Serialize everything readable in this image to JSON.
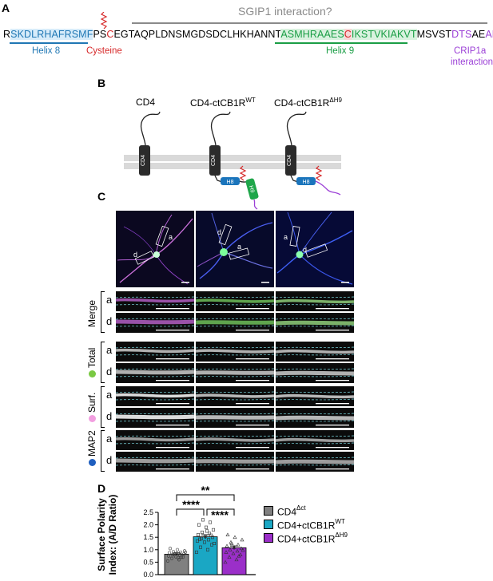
{
  "panels": {
    "a": "A",
    "b": "B",
    "c": "C",
    "d": "D"
  },
  "panel_a": {
    "sgip_label": "SGIP1 interaction?",
    "sequence": {
      "s1": "R",
      "helix8_seq": "SKDLRHAFRSMF",
      "s2": "PS",
      "cys1": "C",
      "s3": "EGTAQPLDNSMGDSDCLHKHANNT",
      "helix9_a": "ASMHRAAES",
      "cys2": "C",
      "helix9_b": "IKSTVKIAKVT",
      "s4": "MSVST",
      "crip_a": "DTS",
      "s5": "AE",
      "crip_b": "AL"
    },
    "helix8_label": "Helix 8",
    "cysteine_label": "Cysteine",
    "helix9_label": "Helix 9",
    "crip_label_1": "CRIP1a",
    "crip_label_2": "interaction"
  },
  "panel_b": {
    "col1": "CD4",
    "col2_main": "CD4-ctCB1R",
    "col2_sup": "WT",
    "col3_main": "CD4-ctCB1R",
    "col3_sup": "ΔH9",
    "cd4_box": "CD4",
    "h8": "H8",
    "h9": "H9"
  },
  "panel_c": {
    "region_a": "a",
    "region_d": "d",
    "rows": [
      "Merge",
      "Total",
      "Surf.",
      "MAP2"
    ],
    "row_colors": [
      "",
      "#7ac943",
      "#f29ee0",
      "#1f5fbf"
    ]
  },
  "panel_d": {
    "ylabel_1": "Surface Polarity",
    "ylabel_2": "Index: (A/D Ratio)",
    "yticks": [
      "0.0",
      "0.5",
      "1.0",
      "1.5",
      "2.0",
      "2.5"
    ],
    "sig_top": "**",
    "sig_left": "****",
    "sig_right": "****",
    "legend": [
      {
        "main": "CD4",
        "sup": "Δct",
        "color": "#808080"
      },
      {
        "main": "CD4+ctCB1R",
        "sup": "WT",
        "color": "#1aa7c4"
      },
      {
        "main": "CD4+ctCB1R",
        "sup": "ΔH9",
        "color": "#9b2fc9"
      }
    ]
  },
  "chart_data": {
    "type": "bar",
    "categories": [
      "CD4Δct",
      "CD4+ctCB1R WT",
      "CD4+ctCB1R ΔH9"
    ],
    "values": [
      0.82,
      1.52,
      1.08
    ],
    "errors": [
      0.05,
      0.08,
      0.07
    ],
    "ylabel": "Surface Polarity Index: (A/D Ratio)",
    "ylim": [
      0,
      2.5
    ],
    "colors": [
      "#808080",
      "#1aa7c4",
      "#9b2fc9"
    ],
    "points": [
      [
        0.55,
        0.6,
        0.65,
        0.7,
        0.72,
        0.75,
        0.78,
        0.8,
        0.82,
        0.85,
        0.88,
        0.9,
        0.92,
        0.95,
        1.0,
        1.05,
        0.7,
        0.8,
        0.9,
        0.68
      ],
      [
        0.9,
        1.0,
        1.1,
        1.2,
        1.3,
        1.35,
        1.4,
        1.45,
        1.5,
        1.55,
        1.6,
        1.65,
        1.7,
        1.8,
        1.9,
        2.0,
        2.1,
        2.2,
        1.25,
        1.75,
        1.42,
        1.58
      ],
      [
        0.5,
        0.6,
        0.7,
        0.8,
        0.85,
        0.9,
        0.95,
        1.0,
        1.05,
        1.1,
        1.15,
        1.2,
        1.3,
        1.4,
        1.5,
        1.6,
        0.75,
        1.25,
        0.98
      ]
    ]
  }
}
